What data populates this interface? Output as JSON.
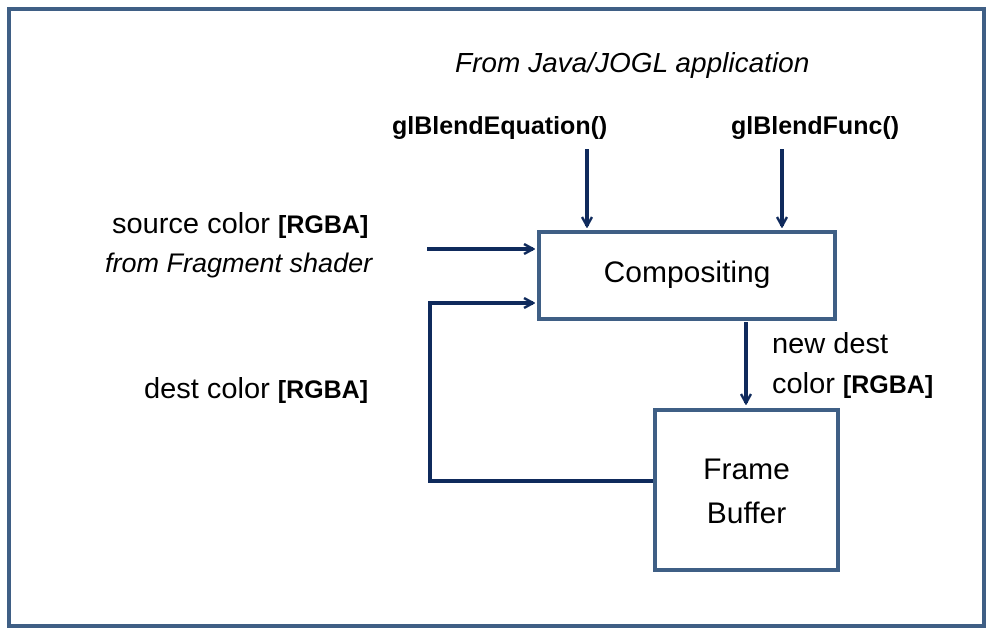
{
  "diagram": {
    "header": "From Java/JOGL application",
    "inputs": {
      "blend_equation": "glBlendEquation()",
      "blend_func": "glBlendFunc()"
    },
    "source": {
      "text": "source color",
      "format": "[RGBA]",
      "origin": "from Fragment shader"
    },
    "dest": {
      "text": "dest color",
      "format": "[RGBA]"
    },
    "new_dest": {
      "line1": "new dest",
      "line2": "color",
      "format": "[RGBA]"
    },
    "compositing_box": {
      "label": "Compositing"
    },
    "framebuffer_box": {
      "line1": "Frame",
      "line2": "Buffer"
    }
  },
  "colors": {
    "frame": "#3f5f85",
    "box": "#3f5f85",
    "arrow": "#0f2a5c",
    "text": "#000000"
  }
}
